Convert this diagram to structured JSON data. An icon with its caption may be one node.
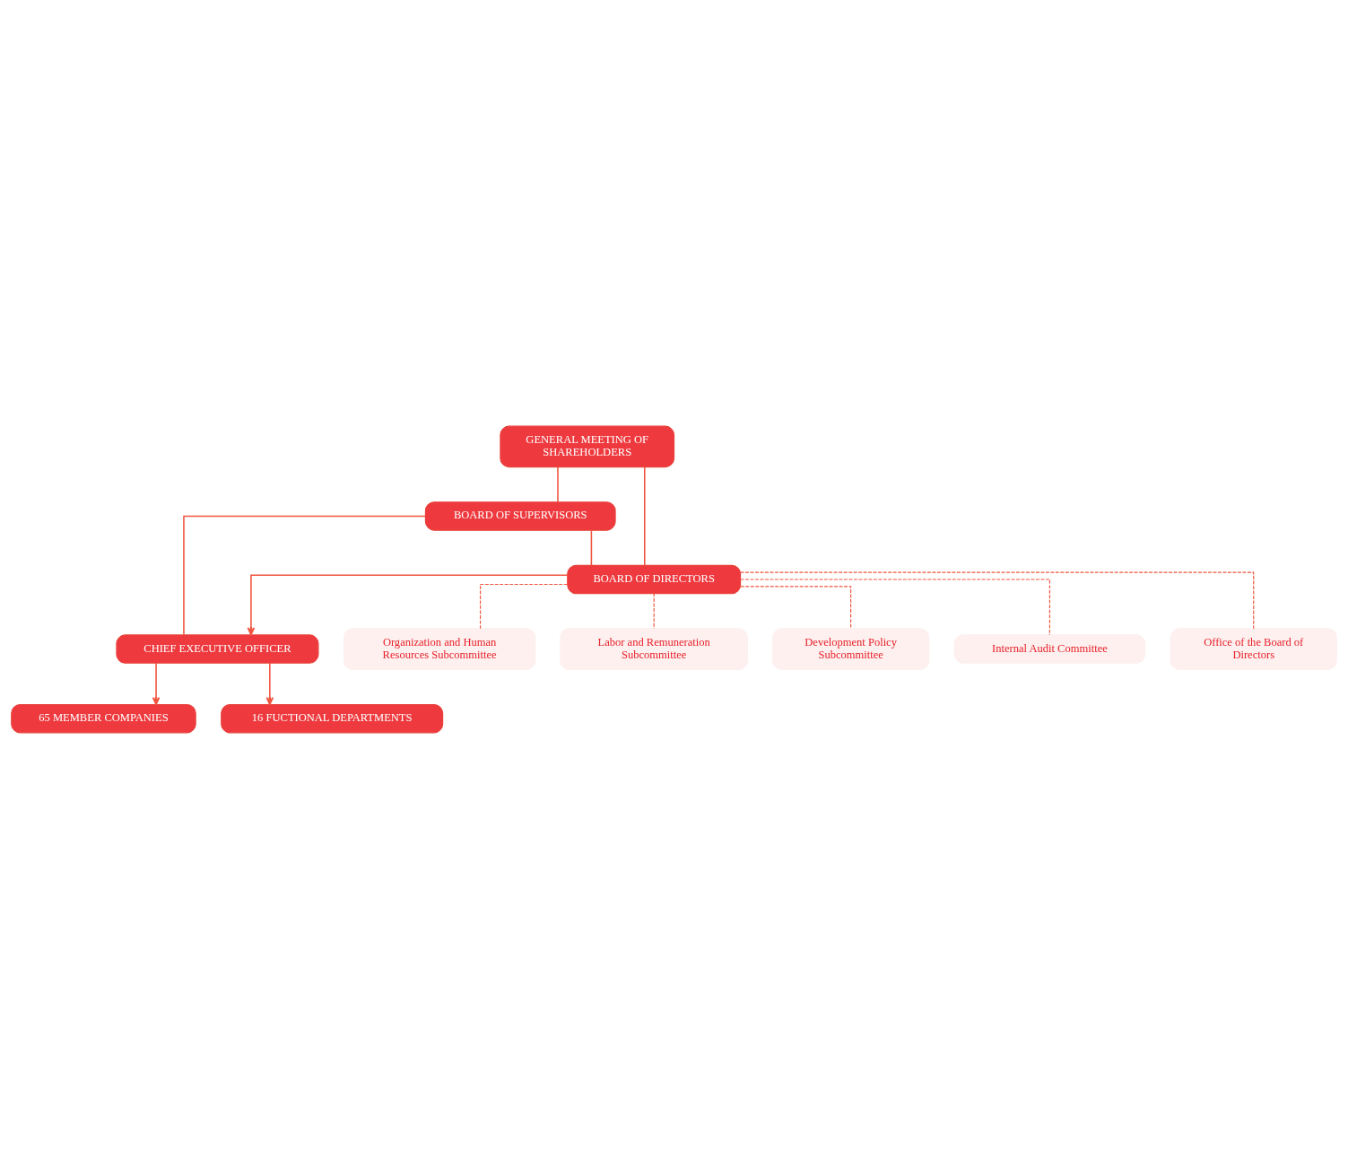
{
  "diagram": {
    "nodes": [
      {
        "text": [
          "GENERAL MEETING OF SHAREHOLDERS"
        ]
      },
      {
        "text": [
          "BOARD OF SUPERVISORS"
        ]
      },
      {
        "text": [
          "BOARD OF DIRECTORS"
        ]
      },
      {
        "text": [
          "CHIEF EXECUTIVE OFFICER"
        ]
      },
      {
        "text": [
          "Organization and Human Resources Subcommittee"
        ]
      },
      {
        "text": [
          "Labor and Remuneration Subcommittee"
        ]
      },
      {
        "text": [
          "Development Policy Subcommittee"
        ]
      },
      {
        "text": [
          "Internal Audit Committee"
        ]
      },
      {
        "text": [
          "Office of the Board of Directors"
        ]
      },
      {
        "text": [
          "65 MEMBER COMPANIES"
        ]
      },
      {
        "text": [
          "16 FUCTIONAL DEPARTMENTS"
        ]
      }
    ],
    "edges": [
      {
        "from": 0,
        "to": 1,
        "arrow": "none"
      },
      {
        "from": 0,
        "to": 2,
        "arrow": "none"
      },
      {
        "from": 1,
        "to": 2,
        "arrow": "none"
      },
      {
        "from": 1,
        "to": 3,
        "arrow": "none"
      },
      {
        "from": 2,
        "to": 3,
        "arrow": "to"
      },
      {
        "from": 2,
        "to": 4,
        "arrow": "none",
        "style": "dashed"
      },
      {
        "from": 2,
        "to": 5,
        "arrow": "none",
        "style": "dashed"
      },
      {
        "from": 2,
        "to": 6,
        "arrow": "none",
        "style": "dashed"
      },
      {
        "from": 2,
        "to": 7,
        "arrow": "none",
        "style": "dashed"
      },
      {
        "from": 2,
        "to": 8,
        "arrow": "none",
        "style": "dashed"
      },
      {
        "from": 3,
        "to": 9,
        "arrow": "to"
      },
      {
        "from": 3,
        "to": 10,
        "arrow": "to"
      }
    ]
  }
}
